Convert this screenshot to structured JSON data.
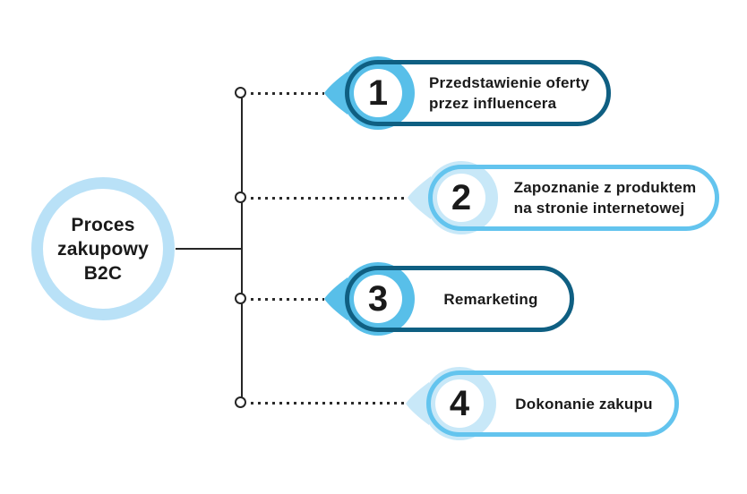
{
  "colors": {
    "dark_stroke": "#0F5F82",
    "bright_blue": "#58BFE9",
    "light_stroke": "#63C4EE",
    "pale_blue": "#C8E8F8",
    "ring": "#B9E1F7",
    "text": "#1A1A1A"
  },
  "center": {
    "label_lines": [
      "Proces",
      "zakupowy",
      "B2C"
    ]
  },
  "steps": [
    {
      "number": "1",
      "theme": "dark",
      "label_lines": [
        "Przedstawienie oferty",
        "przez influencera"
      ]
    },
    {
      "number": "2",
      "theme": "light",
      "label_lines": [
        "Zapoznanie z produktem",
        "na stronie internetowej"
      ]
    },
    {
      "number": "3",
      "theme": "dark",
      "label_lines": [
        "Remarketing"
      ]
    },
    {
      "number": "4",
      "theme": "light",
      "label_lines": [
        "Dokonanie zakupu"
      ]
    }
  ]
}
